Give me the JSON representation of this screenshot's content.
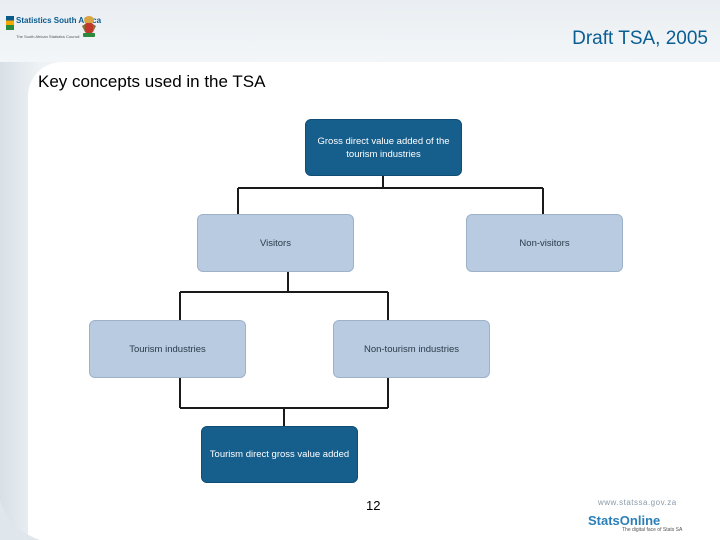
{
  "header": {
    "logo_name": "Statistics South Africa",
    "logo_tagline": "The South African Statistics Council",
    "doc_title": "Draft TSA, 2005"
  },
  "slide": {
    "heading": "Key concepts used in the TSA",
    "page_number": "12"
  },
  "diagram": {
    "nodes": [
      {
        "id": "gdva",
        "label": "Gross direct value added of the tourism industries",
        "style": "dark"
      },
      {
        "id": "visitors",
        "label": "Visitors",
        "style": "light"
      },
      {
        "id": "non_visitors",
        "label": "Non-visitors",
        "style": "light"
      },
      {
        "id": "tourism_industries",
        "label": "Tourism industries",
        "style": "light"
      },
      {
        "id": "non_tourism_industries",
        "label": "Non-tourism industries",
        "style": "light"
      },
      {
        "id": "tdgva",
        "label": "Tourism direct gross value added",
        "style": "dark"
      }
    ],
    "edges": [
      {
        "from": "gdva",
        "to": "visitors"
      },
      {
        "from": "gdva",
        "to": "non_visitors"
      },
      {
        "from": "visitors",
        "to": "tourism_industries"
      },
      {
        "from": "visitors",
        "to": "non_tourism_industries"
      },
      {
        "from": "tourism_industries",
        "to": "tdgva"
      },
      {
        "from": "non_tourism_industries",
        "to": "tdgva"
      }
    ],
    "colors": {
      "dark_box": "#165e8c",
      "light_box": "#b9cbe0",
      "connector": "#1a1a1a"
    }
  },
  "footer": {
    "url": "www.statssa.gov.za",
    "brand": "StatsOnline",
    "tagline": "The digital face of Stats SA"
  }
}
